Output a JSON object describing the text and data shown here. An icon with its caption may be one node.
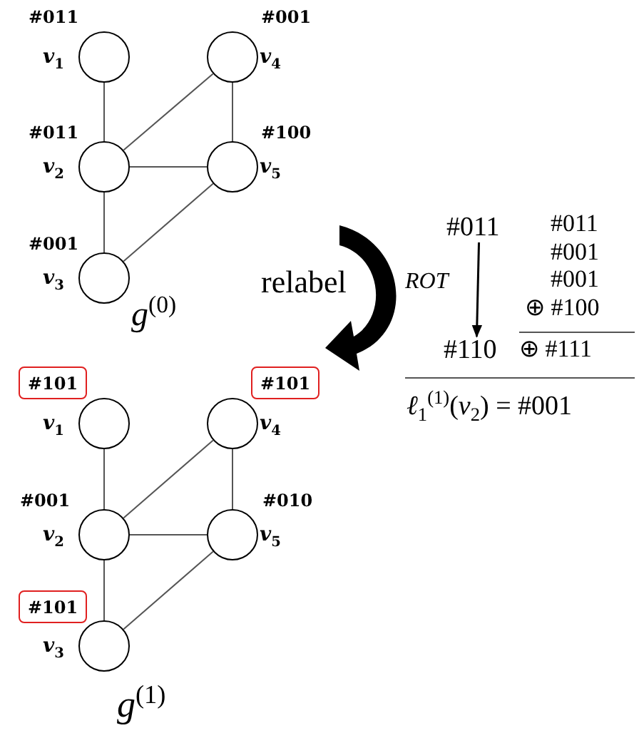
{
  "diagram": {
    "nodes": [
      {
        "text": [],
        "shape": "circle",
        "beside": [
          "#011",
          "*v*$_{1}$"
        ]
      },
      {
        "text": [],
        "shape": "circle",
        "beside": [
          "#001",
          "*v*$_{4}$"
        ]
      },
      {
        "text": [],
        "shape": "circle",
        "beside": [
          "#011",
          "*v*$_{2}$"
        ]
      },
      {
        "text": [],
        "shape": "circle",
        "beside": [
          "#100",
          "*v*$_{5}$"
        ]
      },
      {
        "text": [],
        "shape": "circle",
        "beside": [
          "#001",
          "*v*$_{3}$"
        ]
      },
      {
        "text": [],
        "shape": "circle",
        "beside": [
          "*v*$_{1}$"
        ]
      },
      {
        "text": [],
        "shape": "circle",
        "beside": [
          "*v*$_{4}$"
        ]
      },
      {
        "text": [],
        "shape": "circle",
        "beside": [
          "#001",
          "*v*$_{2}$"
        ]
      },
      {
        "text": [],
        "shape": "circle",
        "beside": [
          "#010",
          "*v*$_{5}$"
        ]
      },
      {
        "text": [],
        "shape": "circle",
        "beside": [
          "*v*$_{3}$"
        ]
      },
      {
        "text": [
          "#101"
        ]
      },
      {
        "text": [
          "#101"
        ]
      },
      {
        "text": [
          "#101"
        ]
      },
      {
        "text": [
          "#011"
        ]
      },
      {
        "text": [
          "#110"
        ]
      }
    ],
    "edges": [
      {
        "from": 0,
        "to": 2,
        "arrow": "none"
      },
      {
        "from": 1,
        "to": 2,
        "arrow": "none"
      },
      {
        "from": 2,
        "to": 3,
        "arrow": "none"
      },
      {
        "from": 1,
        "to": 3,
        "arrow": "none"
      },
      {
        "from": 2,
        "to": 4,
        "arrow": "none"
      },
      {
        "from": 3,
        "to": 4,
        "arrow": "none"
      },
      {
        "from": 5,
        "to": 7,
        "arrow": "none"
      },
      {
        "from": 6,
        "to": 7,
        "arrow": "none"
      },
      {
        "from": 7,
        "to": 8,
        "arrow": "none"
      },
      {
        "from": 6,
        "to": 8,
        "arrow": "none"
      },
      {
        "from": 7,
        "to": 9,
        "arrow": "none"
      },
      {
        "from": 8,
        "to": 9,
        "arrow": "none"
      },
      {
        "from": 13,
        "to": 14,
        "arrow": "to",
        "label": "ROT"
      }
    ],
    "labels": [
      "*g*$^{(0)}$",
      "relabel",
      "#011",
      "#001",
      "#001",
      "⊕ #100",
      "⊕ #111",
      "*g*$^{(1)}$",
      "*ℓ*$_{1}$$^{(1)}$(*v*$_{2}$) = #001"
    ]
  }
}
